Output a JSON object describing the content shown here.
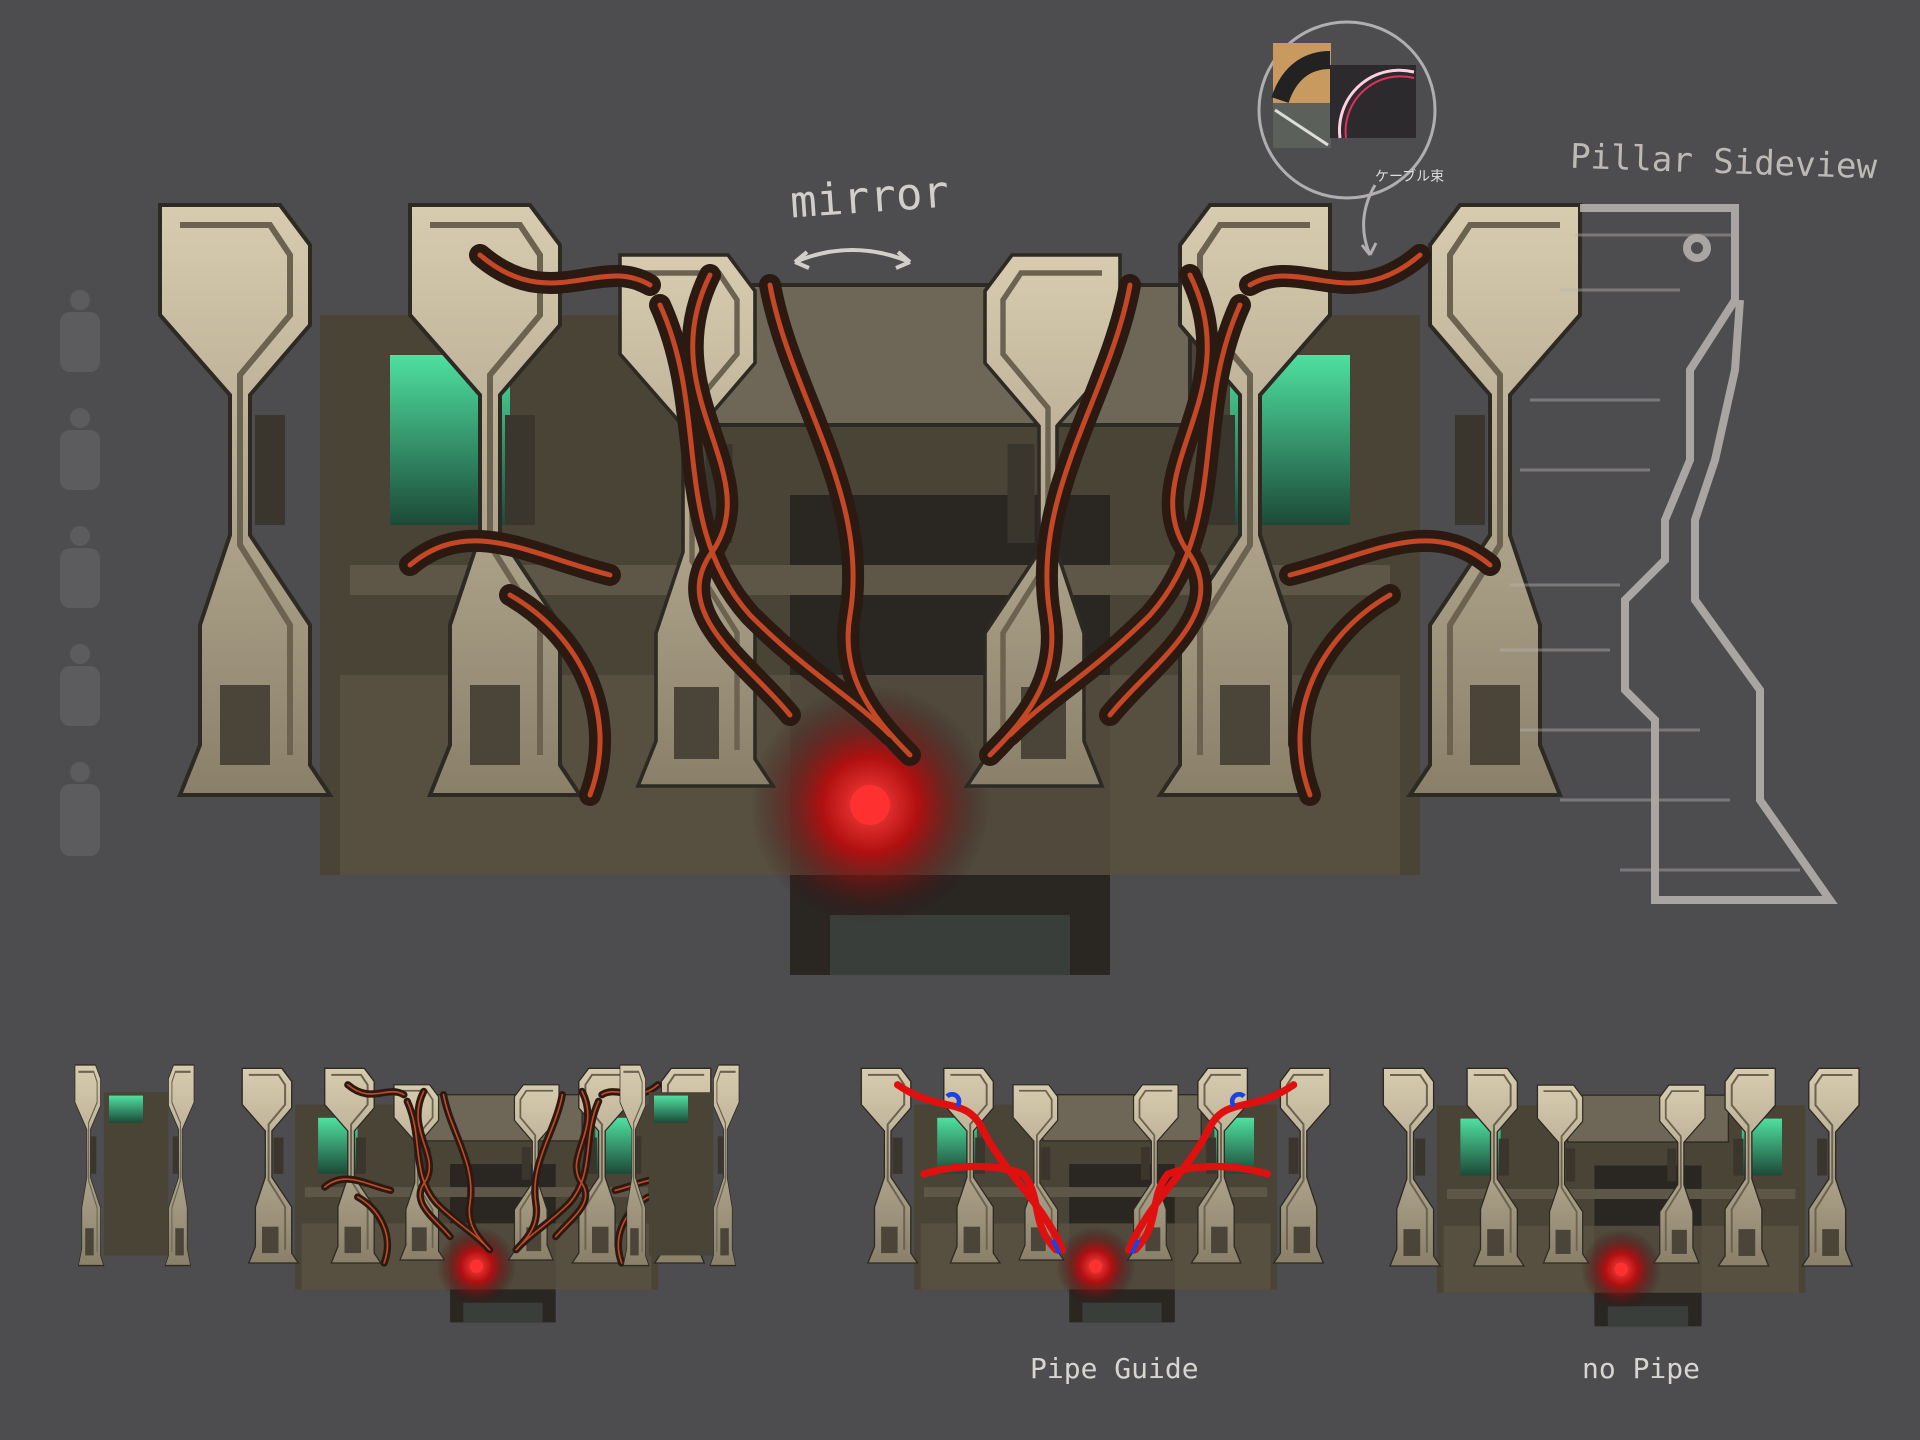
{
  "annotations": {
    "mirror": "mirror",
    "pillar_sideview": "Pillar Sideview",
    "cable_bundle": "ケーブル束",
    "pipe_guide": "Pipe Guide",
    "no_pipe": "no Pipe"
  },
  "colors": {
    "background": "#4d4c4e",
    "stone": "#b8ad93",
    "stone_dark": "#5a5343",
    "pipe": "#e0502a",
    "core_glow": "#ff2020",
    "panel_glow": "#3fd08a",
    "guide_red": "#e01010",
    "guide_blue": "#2040e0"
  }
}
